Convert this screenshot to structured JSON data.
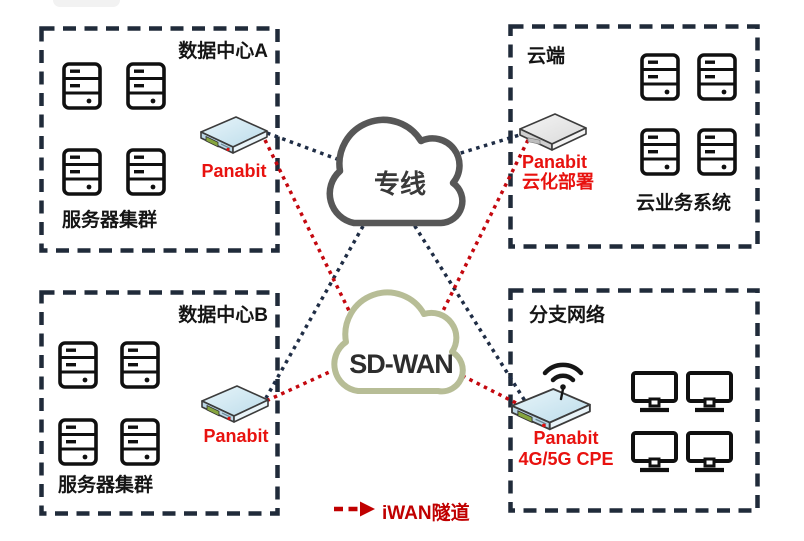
{
  "diagram": {
    "dc_a": {
      "title": "数据中心A",
      "servers_label": "服务器集群",
      "device": "Panabit"
    },
    "cloud_dc": {
      "title": "云端",
      "servers_label": "云业务系统",
      "device": "Panabit",
      "device_note": "云化部署"
    },
    "dc_b": {
      "title": "数据中心B",
      "servers_label": "服务器集群",
      "device": "Panabit"
    },
    "branch": {
      "title": "分支网络",
      "device": "Panabit",
      "device_note": "4G/5G CPE"
    },
    "mpls_cloud": "专线",
    "sdwan_cloud": "SD-WAN",
    "legend": {
      "iwan_label": "iWAN隧道"
    },
    "colors": {
      "box_border": "#202b3a",
      "mpls_link": "#1f2d45",
      "iwan_link": "#c4080f",
      "mpls_cloud_stroke": "#575757",
      "sdwan_cloud_stroke": "#b7bd96",
      "device_label_red": "#e8120f",
      "legend_red": "#c00000",
      "device_fill_blue": "#d9ecf5",
      "device_fill_gray": "#ececec"
    }
  }
}
